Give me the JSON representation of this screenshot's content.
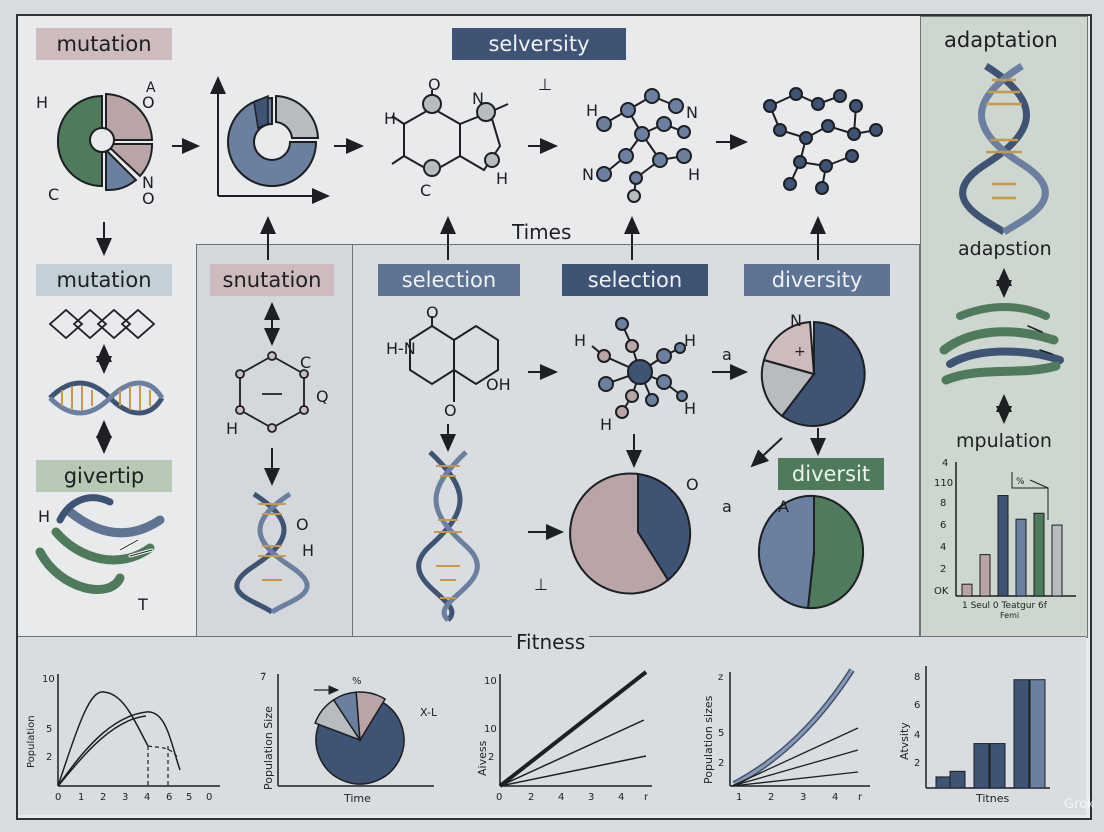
{
  "labels": {
    "mutation_top": "mutation",
    "selversity": "selversity",
    "adaptation": "adaptation",
    "times": "Times",
    "mutation_left": "mutation",
    "snutation": "snutation",
    "selection_1": "selection",
    "selection_2": "selection",
    "diversity": "diversity",
    "adapstion": "adapstion",
    "givertip": "givertip",
    "diversit": "diversit",
    "mpulation": "mpulation",
    "fitness": "Fitness"
  },
  "atoms": {
    "h1": "H",
    "a1": "A",
    "o1": "O",
    "c1": "C",
    "n1": "N",
    "o2": "O",
    "o3": "O",
    "n2": "N",
    "h2": "H",
    "c2": "C",
    "h3": "H",
    "h4": "H",
    "n3": "N",
    "n4": "N",
    "h5": "H",
    "c3": "C",
    "q1": "Q",
    "h6": "H",
    "o4": "O",
    "h7": "H",
    "hn": "H-N",
    "o5": "O",
    "oh": "OH",
    "o6": "O",
    "h8": "H",
    "h9": "H",
    "h10": "H",
    "h11": "H",
    "a2": "a",
    "n5": "N",
    "plus": "+",
    "o7": "O",
    "a3": "a",
    "a4": "A",
    "h12": "H",
    "t1": "T",
    "perp1": "⊥",
    "perp2": "⊥"
  },
  "bar_chart_right": {
    "y_ticks": [
      "110",
      "8",
      "6",
      "4",
      "2",
      "OK"
    ],
    "top_tick": "4",
    "x_labels": "1  Seul 0  Teatgur 6f",
    "x_sub": "Femi",
    "annotation": "%",
    "values": [
      1,
      3.5,
      8.5,
      6.5,
      7,
      6
    ]
  },
  "charts_bottom": [
    {
      "type": "line",
      "ylabel": "Population",
      "y_ticks": [
        "10",
        "5",
        "2"
      ],
      "x_ticks": [
        "0",
        "1",
        "2",
        "3",
        "4",
        "6",
        "5",
        "0"
      ]
    },
    {
      "type": "pie",
      "ylabel": "Population Size",
      "xlabel": "Time",
      "y_top": "7̃",
      "slice_labels": [
        "%",
        "X-L"
      ],
      "values": [
        72,
        10,
        8,
        10
      ]
    },
    {
      "type": "line",
      "ylabel": "Aivess",
      "y_ticks": [
        "10",
        "10",
        "2"
      ],
      "x_ticks": [
        "0",
        "2",
        "4",
        "3",
        "4",
        "r"
      ]
    },
    {
      "type": "line",
      "ylabel": "Population sizes",
      "y_ticks": [
        "z",
        "5",
        "2"
      ],
      "x_ticks": [
        "1",
        "2",
        "3",
        "4",
        "r"
      ]
    },
    {
      "type": "bar",
      "ylabel": "Atvsity",
      "xlabel": "Titnes",
      "y_ticks": [
        "8",
        "6",
        "4",
        "2"
      ],
      "values": [
        0.8,
        1.2,
        3.2,
        3.2,
        7.8,
        7.8
      ]
    }
  ],
  "watermark": "Grok",
  "colors": {
    "blue": "#3f5374",
    "steel": "#6b7fa0",
    "pink": "#b9a4a7",
    "green": "#4f7a5b",
    "gray": "#b9bcbf"
  }
}
